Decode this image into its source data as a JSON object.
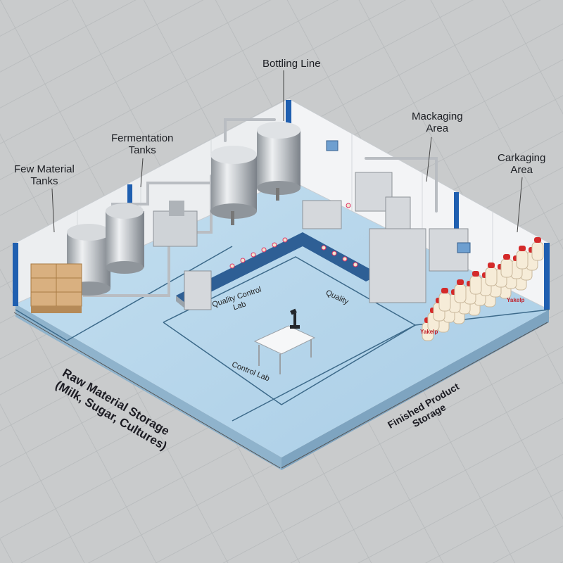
{
  "labels": {
    "bottling_line": "Bottling Line",
    "mackaging_area": [
      "Mackaging",
      "Area"
    ],
    "carkaging_area": [
      "Carkaging",
      "Area"
    ],
    "fermentation_tanks": [
      "Fermentation",
      "Tanks"
    ],
    "few_material_tanks": [
      "Few Material",
      "Tanks"
    ],
    "quality_control_lab": [
      "Quality Control",
      "Lab"
    ],
    "quality": "Quality",
    "control_lab": "Control Lab",
    "raw_material_storage": [
      "Raw Material Storage",
      "(Milk, Sugar, Cultures)"
    ],
    "finished_product_storage": [
      "Finished Product",
      "Storage"
    ]
  },
  "bottle_brand": "Yakelp",
  "colors": {
    "floor": "#bcd9ec",
    "floor_line": "#3d6a8a",
    "wall": "#f1f2f4",
    "column": "#1f5fb0",
    "steel": "#c9ccd0",
    "bottle_cap": "#d42a2a",
    "bottle_body": "#f6ecd8",
    "crate": "#d9b080",
    "ground": "#c9cbcc"
  }
}
